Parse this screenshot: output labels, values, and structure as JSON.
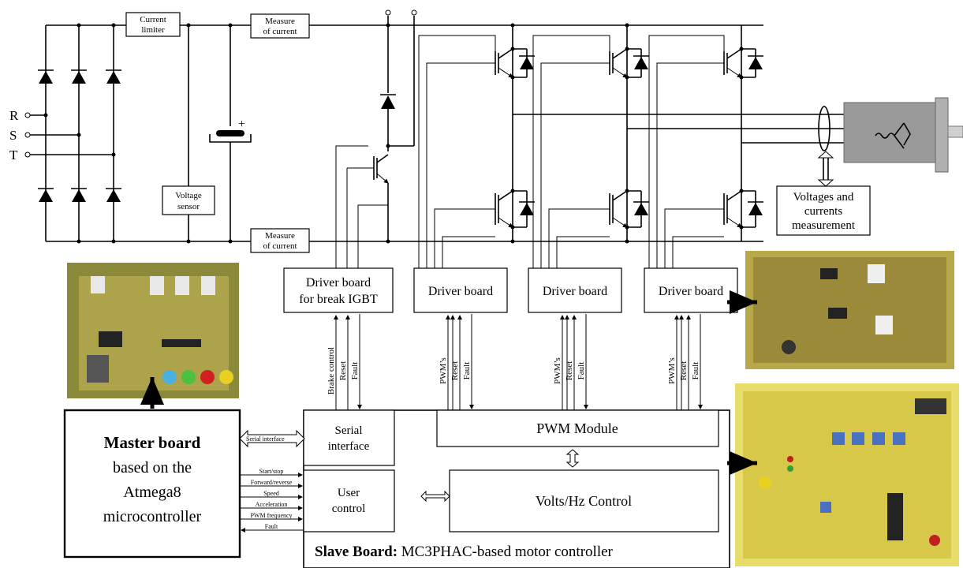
{
  "phases": [
    "R",
    "S",
    "T"
  ],
  "labels": {
    "current_limiter": [
      "Current",
      "limiter"
    ],
    "measure_top": [
      "Measure",
      "of current"
    ],
    "measure_bottom": [
      "Measure",
      "of current"
    ],
    "voltage_sensor": [
      "Voltage",
      "sensor"
    ],
    "cap_plus": "+",
    "vc_measurement": [
      "Voltages and",
      "currents",
      "measurement"
    ]
  },
  "driver_boards": {
    "brake": [
      "Driver board",
      "for break IGBT"
    ],
    "d1": "Driver board",
    "d2": "Driver board",
    "d3": "Driver board"
  },
  "signals": {
    "brake": [
      "Brake control",
      "Reset",
      "Fault"
    ],
    "pwm": [
      "PWM’s",
      "Reset",
      "Fault"
    ]
  },
  "master": {
    "bold": "Master board",
    "lines": [
      "based on the",
      "Atmega8",
      "microcontroller"
    ]
  },
  "master_signals": [
    "Start/stop",
    "Forward/reverse",
    "Speed",
    "Acceleration",
    "PWM frequency",
    "Fault"
  ],
  "serial_link_label": "Serial interface",
  "slave": {
    "serial": [
      "Serial",
      "interface"
    ],
    "pwm_module": "PWM Module",
    "user_control": [
      "User",
      "control"
    ],
    "volts_hz": "Volts/Hz Control",
    "bold": "Slave Board:",
    "desc": " MC3PHAC-based motor controller"
  },
  "colors": {
    "pcb_green": "#8a8a3a",
    "pcb_yellow": "#d8c84a",
    "motor_gray": "#9a9a9a"
  }
}
